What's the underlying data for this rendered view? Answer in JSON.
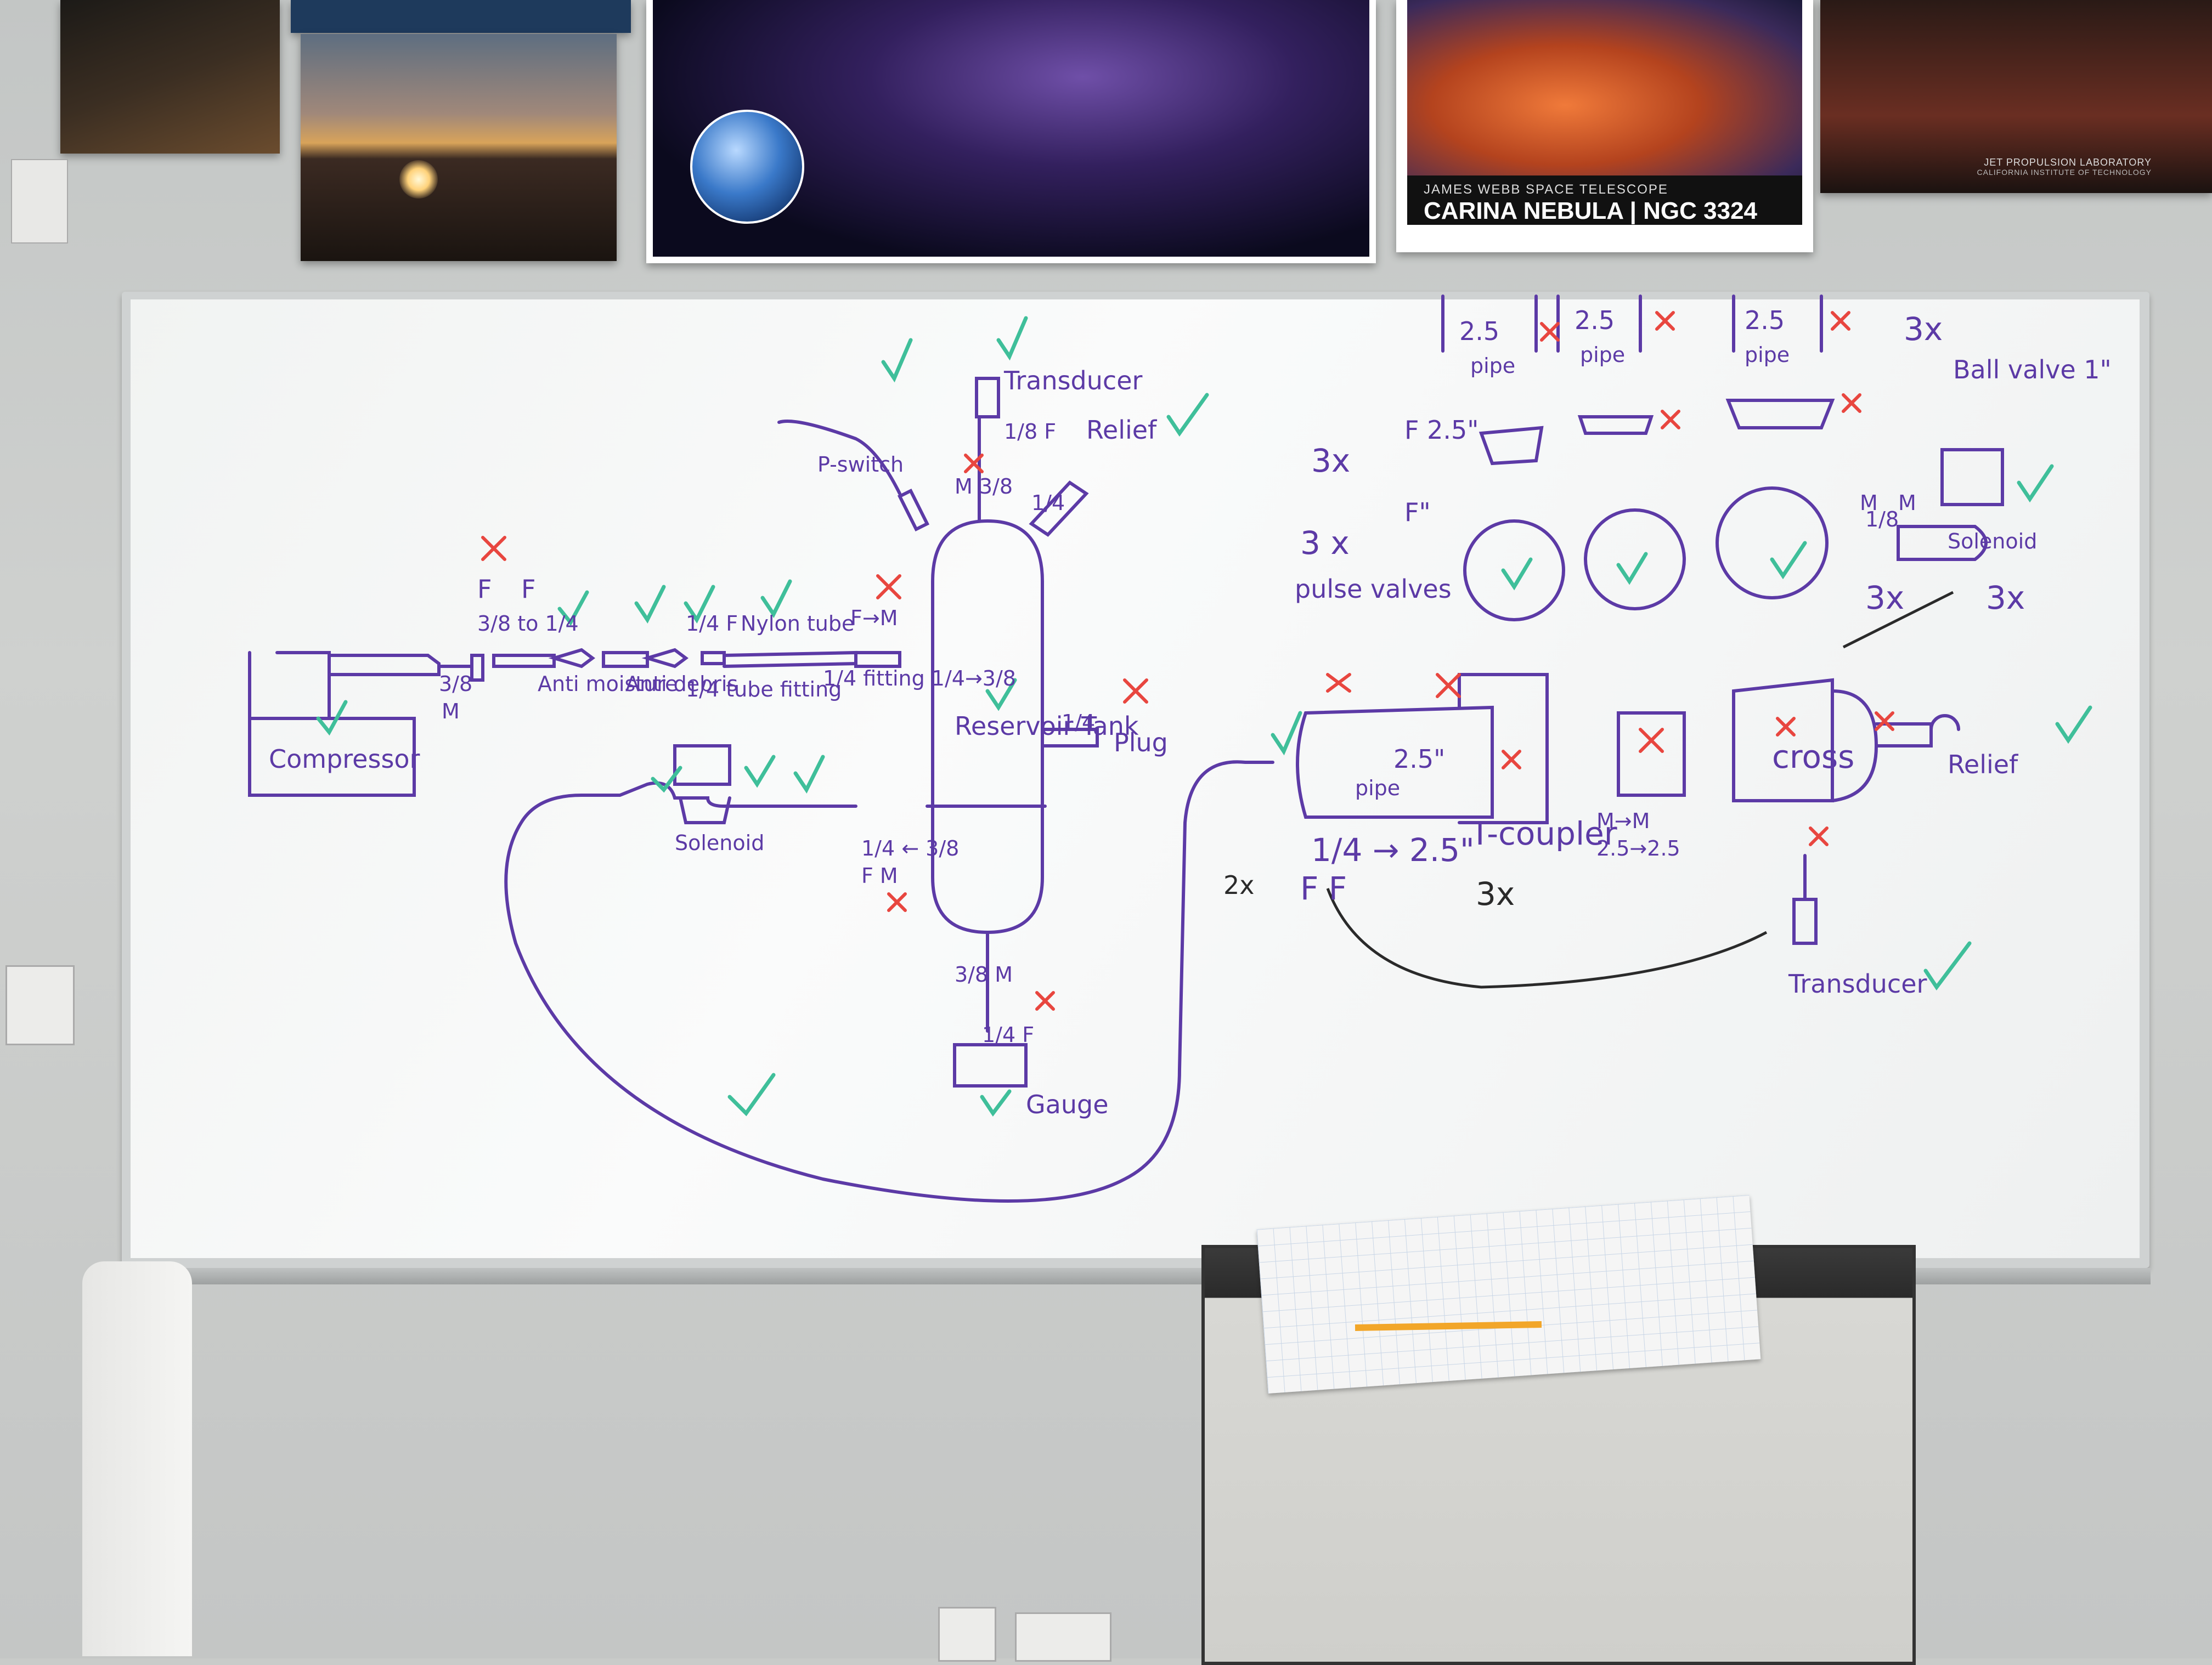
{
  "posters": {
    "nebula_subtitle": "JAMES WEBB SPACE TELESCOPE",
    "nebula_title": "CARINA NEBULA | NGC 3324",
    "jpl_line1": "JET PROPULSION LABORATORY",
    "jpl_line2": "CALIFORNIA INSTITUTE OF TECHNOLOGY"
  },
  "whiteboard": {
    "compressor": "Compressor",
    "size_38": "3/8",
    "size_m": "M",
    "f_left": "F",
    "f_right": "F",
    "fit_38_14": "3/8 to 1/4",
    "anti_moisture": "Anti moisture",
    "anti_debris": "Anti debris",
    "quarter_f": "1/4 F",
    "quarter_tube_fitting": "1/4 tube fitting",
    "nylon_tube": "Nylon tube",
    "f_to_m": "F→M",
    "fitting_14_38": "1/4 fitting 1/4→3/8",
    "p_switch": "P-switch",
    "transducer_top": "Transducer",
    "eighth_f": "1/8 F",
    "m_38": "M 3/8",
    "quarter_top": "1/4",
    "relief_top": "Relief",
    "reservoir_tank": "Reservoir Tank",
    "plug_quarter": "1/4",
    "plug": "Plug",
    "solenoid_left": "Solenoid",
    "fitting_bottom": "1/4 ← 3/8",
    "fm_bottom": "F  M",
    "gauge_38m": "3/8 M",
    "gauge_14f": "1/4 F",
    "gauge": "Gauge",
    "pipe_25": "2.5",
    "pipe_word": "pipe",
    "three_x_a": "3x",
    "f25": "F 2.5\"",
    "f_quote": "F\"",
    "three_x_pulse": "3 x",
    "pulse_valves": "pulse valves",
    "ball_valve": "Ball valve 1\"",
    "three_x_ball": "3x",
    "solenoid_right": "Solenoid",
    "m_labels": "M",
    "pipe_25_quote": "2.5\"",
    "t_coupler": "T-coupler",
    "m_to_m": "M→M",
    "size_25_25": "2.5→2.5",
    "three_x_t": "3x",
    "quarter_to_25": "1/4 → 2.5\"",
    "two_x": "2x",
    "ff_bottom": "F     F",
    "cross": "cross",
    "relief_right": "Relief",
    "transducer_bottom": "Transducer",
    "three_x_solenoid": "3x",
    "three_x_solenoid2": "3x",
    "eighth_label": "1/8"
  },
  "colors": {
    "marker_purple": "#5c3aa6",
    "check_green": "#3fbf9a",
    "x_red": "#e8463f",
    "black_marker": "#2a2a2a"
  }
}
